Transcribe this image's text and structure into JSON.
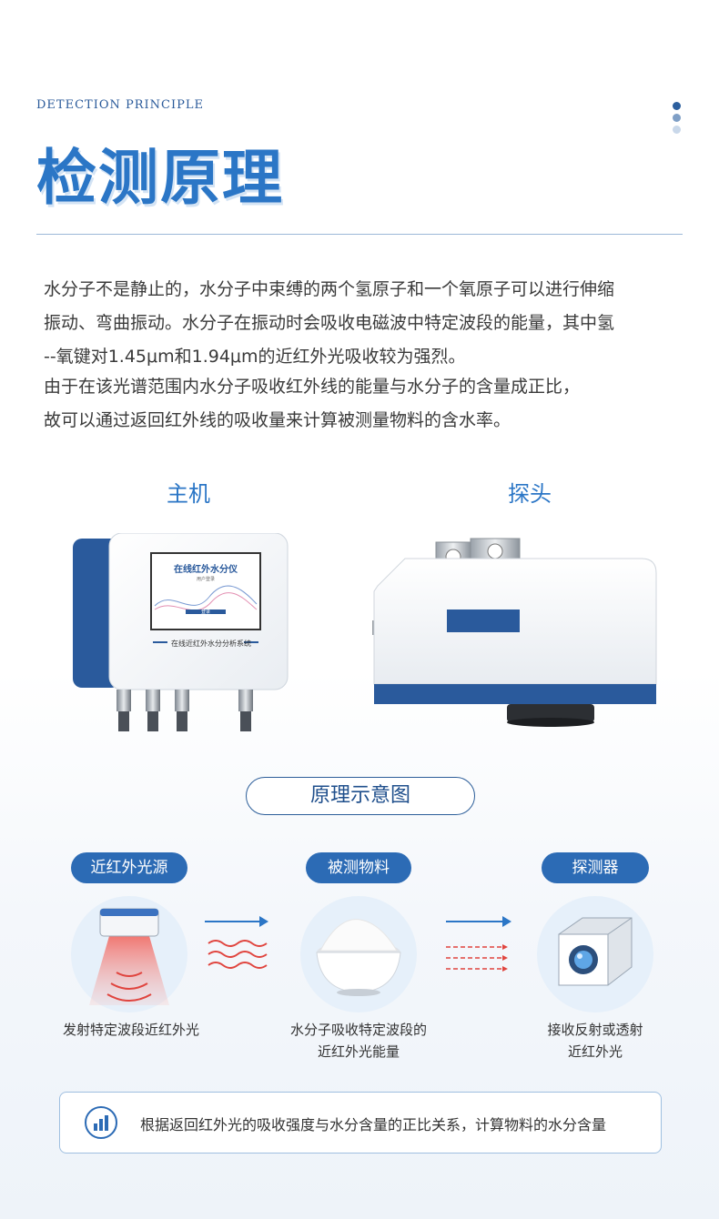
{
  "header": {
    "eyebrow": "DETECTION PRINCIPLE",
    "title": "检测原理"
  },
  "intro": {
    "line1": "水分子不是静止的，水分子中束缚的两个氢原子和一个氧原子可以进行伸缩",
    "line2": "振动、弯曲振动。水分子在振动时会吸收电磁波中特定波段的能量，其中氢",
    "line3": "--氧键对1.45μm和1.94μm的近红外光吸收较为强烈。",
    "line4": "由于在该光谱范围内水分子吸收红外线的能量与水分子的含量成正比，",
    "line5": "故可以通过返回红外线的吸收量来计算被测量物料的含水率。"
  },
  "devices": {
    "host_label": "主机",
    "probe_label": "探头",
    "screen_title": "在线红外水分仪",
    "screen_sub": "用户登录",
    "screen_btn": "登录",
    "device_caption": "在线近红外水分分析系统"
  },
  "diagram": {
    "title": "原理示意图",
    "steps": [
      {
        "tag": "近红外光源",
        "caption1": "发射特定波段近红外光",
        "caption2": ""
      },
      {
        "tag": "被测物料",
        "caption1": "水分子吸收特定波段的",
        "caption2": "近红外光能量"
      },
      {
        "tag": "探测器",
        "caption1": "接收反射或透射",
        "caption2": "近红外光"
      }
    ]
  },
  "footer": {
    "text": "根据返回红外光的吸收强度与水分含量的正比关系，计算物料的水分含量"
  },
  "colors": {
    "accent": "#2b76c6",
    "navy": "#1f4f8c",
    "tag_bg": "#2c6bb5",
    "infrared": "#e0443e"
  }
}
